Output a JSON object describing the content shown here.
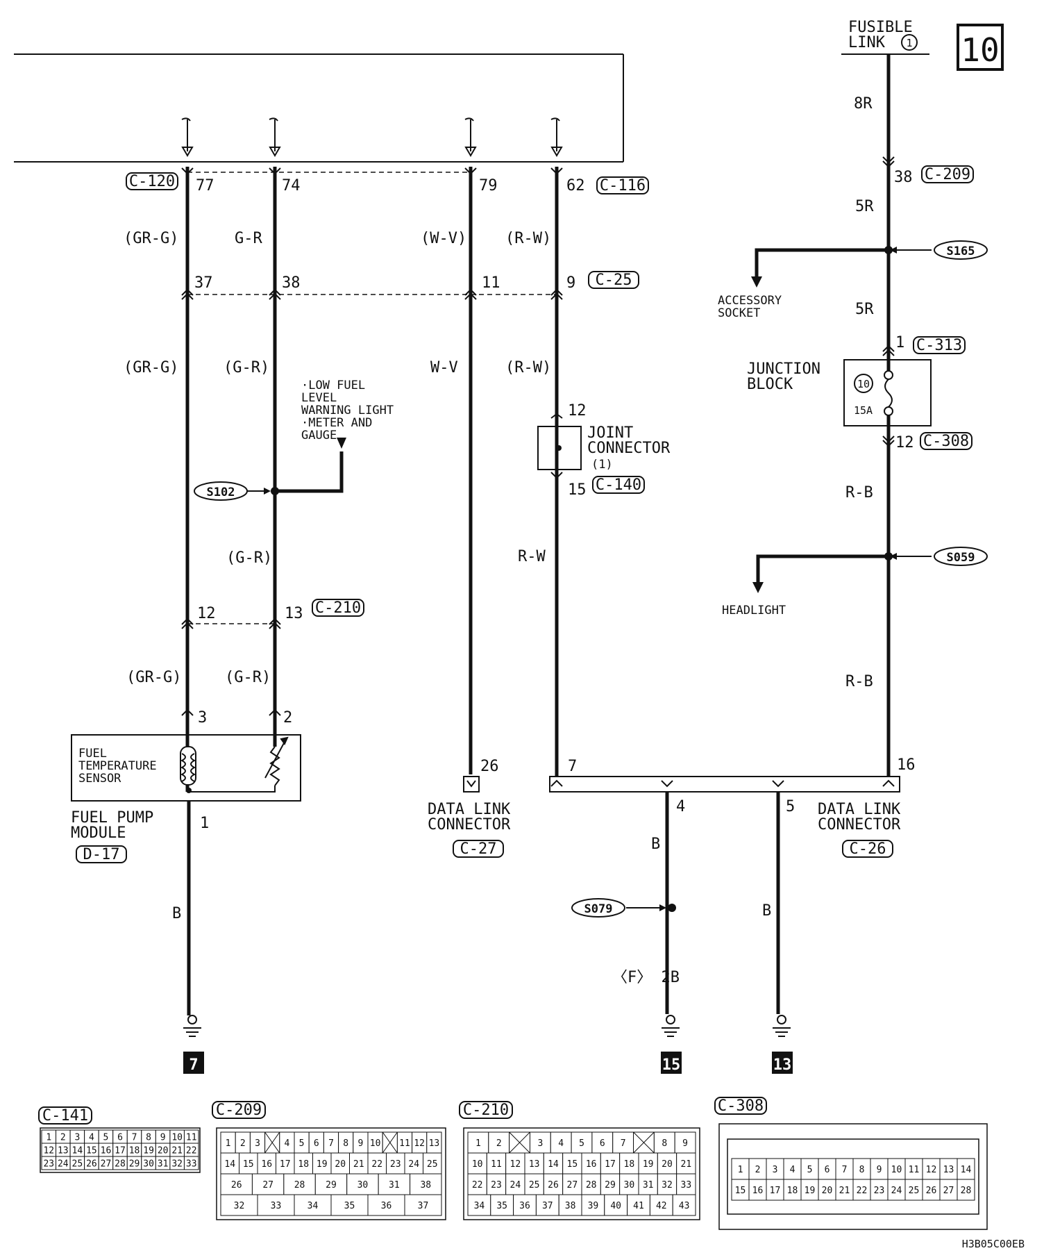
{
  "page_number": "10",
  "fusible_link": {
    "line1": "FUSIBLE",
    "line2": "LINK",
    "number": "1"
  },
  "drawing_code": "H3B05C00EB",
  "connectors": {
    "c120": "C-120",
    "c116": "C-116",
    "c25": "C-25",
    "c209": "C-209",
    "c313": "C-313",
    "c308": "C-308",
    "c140": "C-140",
    "c210": "C-210",
    "d17": "D-17",
    "c27": "C-27",
    "c26": "C-26",
    "c141": "C-141"
  },
  "splices": {
    "s102": "S102",
    "s165": "S165",
    "s059": "S059",
    "s079": "S079"
  },
  "pins": {
    "p77": "77",
    "p74": "74",
    "p79": "79",
    "p62": "62",
    "p37": "37",
    "p38": "38",
    "p11": "11",
    "p9": "9",
    "p12a": "12",
    "p13": "13",
    "p3": "3",
    "p2": "2",
    "p1": "1",
    "p26": "26",
    "p7": "7",
    "p16": "16",
    "p4": "4",
    "p5": "5",
    "j12": "12",
    "j15": "15",
    "fl38": "38",
    "jb1": "1",
    "jb12": "12"
  },
  "wire_colors": {
    "gr_g_1": "(GR-G)",
    "g_r_1": "G-R",
    "w_v_1": "(W-V)",
    "r_w_1": "(R-W)",
    "gr_g_2": "(GR-G)",
    "g_r_2": "(G-R)",
    "w_v_2": "W-V",
    "r_w_2": "(R-W)",
    "g_r_3": "(G-R)",
    "r_w_3": "R-W",
    "gr_g_4": "(GR-G)",
    "g_r_4": "(G-R)",
    "b_1": "B",
    "r8": "8R",
    "r5a": "5R",
    "r5b": "5R",
    "r_b_1": "R-B",
    "r_b_2": "R-B",
    "b_2": "B",
    "f2b": "〈F〉 2B",
    "b_3": "B"
  },
  "components": {
    "low_fuel": [
      "·LOW FUEL",
      " LEVEL",
      " WARNING LIGHT",
      "·METER AND",
      " GAUGE"
    ],
    "joint_connector": [
      "JOINT",
      "CONNECTOR",
      "(1)"
    ],
    "fuel_temp_sensor": [
      "FUEL",
      "TEMPERATURE",
      "SENSOR"
    ],
    "fuel_pump_module": [
      "FUEL PUMP",
      "MODULE"
    ],
    "dlc_27": [
      "DATA LINK",
      "CONNECTOR"
    ],
    "dlc_26": [
      "DATA LINK",
      "CONNECTOR"
    ],
    "accessory_socket": [
      "ACCESSORY",
      "SOCKET"
    ],
    "junction_block": [
      "JUNCTION",
      "BLOCK"
    ],
    "fuse_number": "10",
    "fuse_rating": "15A",
    "headlight": "HEADLIGHT"
  },
  "grounds": {
    "g7": "7",
    "g15": "15",
    "g13": "13"
  },
  "connector_faces": {
    "c141": {
      "label": "C-141",
      "rows": [
        [
          "1",
          "2",
          "3",
          "4",
          "5",
          "6",
          "7",
          "8",
          "9",
          "10",
          "11"
        ],
        [
          "12",
          "13",
          "14",
          "15",
          "16",
          "17",
          "18",
          "19",
          "20",
          "21",
          "22"
        ],
        [
          "23",
          "24",
          "25",
          "26",
          "27",
          "28",
          "29",
          "30",
          "31",
          "32",
          "33"
        ]
      ]
    },
    "c209": {
      "label": "C-209",
      "rows": [
        [
          "1",
          "2",
          "3",
          "",
          "4",
          "5",
          "6",
          "7",
          "8",
          "9",
          "10",
          "",
          "11",
          "12",
          "13"
        ],
        [
          "14",
          "15",
          "16",
          "17",
          "18",
          "19",
          "20",
          "21",
          "22",
          "23",
          "24",
          "25"
        ],
        [
          "26",
          "27",
          "28",
          "29",
          "30",
          "31",
          "38"
        ],
        [
          "32",
          "33",
          "34",
          "35",
          "36",
          "37"
        ]
      ]
    },
    "c210": {
      "label": "C-210",
      "rows": [
        [
          "1",
          "2",
          "",
          "3",
          "4",
          "5",
          "6",
          "7",
          "",
          "8",
          "9"
        ],
        [
          "10",
          "11",
          "12",
          "13",
          "14",
          "15",
          "16",
          "17",
          "18",
          "19",
          "20",
          "21"
        ],
        [
          "22",
          "23",
          "24",
          "25",
          "26",
          "27",
          "28",
          "29",
          "30",
          "31",
          "32",
          "33"
        ],
        [
          "34",
          "35",
          "36",
          "37",
          "38",
          "39",
          "40",
          "41",
          "42",
          "43"
        ]
      ]
    },
    "c308": {
      "label": "C-308",
      "rows": [
        [
          "1",
          "2",
          "3",
          "4",
          "5",
          "6",
          "7",
          "8",
          "9",
          "10",
          "11",
          "12",
          "13",
          "14"
        ],
        [
          "15",
          "16",
          "17",
          "18",
          "19",
          "20",
          "21",
          "22",
          "23",
          "24",
          "25",
          "26",
          "27",
          "28"
        ]
      ]
    }
  }
}
